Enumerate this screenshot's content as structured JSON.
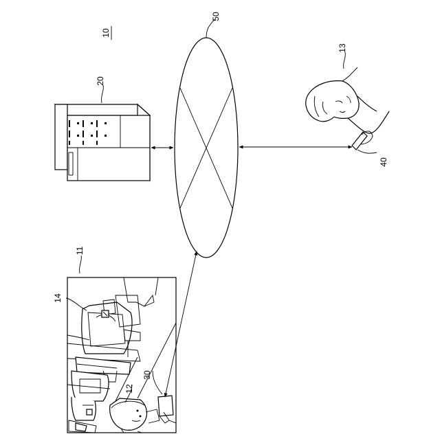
{
  "figure": {
    "system_label": "10",
    "network_label": "50",
    "server_label": "20",
    "user_label": "13",
    "device_label": "40",
    "site_label": "11",
    "machine_label": "14",
    "worker_label": "12",
    "camera_label": "30"
  },
  "icons": [
    "network-cloud-icon",
    "server-rack-icon",
    "person-with-phone-icon",
    "factory-scene-icon"
  ],
  "colors": {
    "line": "#000000",
    "background": "#ffffff"
  }
}
